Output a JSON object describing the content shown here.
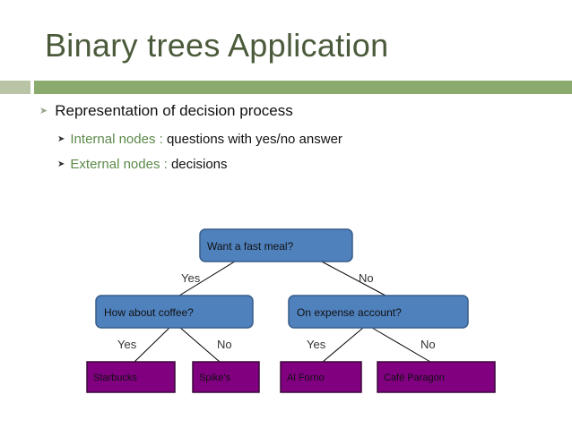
{
  "slide": {
    "title": "Binary trees Application",
    "bullet_main": "Representation of decision process",
    "sub_bullets": [
      {
        "term": "Internal nodes :",
        "text": " questions with yes/no answer"
      },
      {
        "term": "External nodes :",
        "text": " decisions"
      }
    ]
  },
  "tree": {
    "root": "Want a fast meal?",
    "left_question": "How about coffee?",
    "right_question": "On expense account?",
    "edges": {
      "root_left": "Yes",
      "root_right": "No",
      "left_left": "Yes",
      "left_right": "No",
      "right_left": "Yes",
      "right_right": "No"
    },
    "leaves": [
      "Starbucks",
      "Spike's",
      "Al Forno",
      "Café Paragon"
    ]
  },
  "colors": {
    "title": "#4a5a3a",
    "accent_bar": "#8bab6e",
    "question_fill": "#4f81bd",
    "leaf_fill": "#800080"
  }
}
